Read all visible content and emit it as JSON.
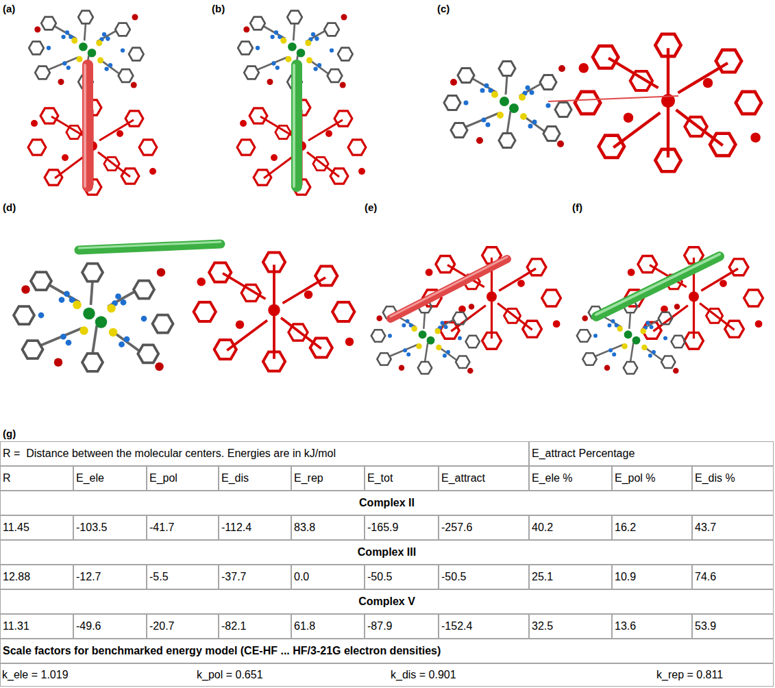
{
  "diagram": {
    "labels": [
      "(a)",
      "(b)",
      "(c)",
      "(d)",
      "(e)",
      "(f)",
      "(g)",
      "R =  Distance between the molecular centers. Energies are in kJ/mol",
      "E_attract Percentage",
      "R",
      "E_ele",
      "E_pol",
      "E_dis",
      "E_rep",
      "E_tot",
      "E_attract",
      "E_ele %",
      "E_pol %",
      "E_dis %",
      "Complex II",
      "11.45",
      "-103.5",
      "-41.7",
      "-112.4",
      "83.8",
      "-165.9",
      "-257.6",
      "40.2",
      "16.2",
      "43.7",
      "Complex III",
      "12.88",
      "-12.7",
      "-5.5",
      "-37.7",
      "0.0",
      "-50.5",
      "-50.5",
      "25.1",
      "10.9",
      "74.6",
      "Complex V",
      "11.31",
      "-49.6",
      "-20.7",
      "-82.1",
      "61.8",
      "-87.9",
      "-152.4",
      "32.5",
      "13.6",
      "53.9",
      "Scale factors for benchmarked energy model (CE-HF ... HF/3-21G electron densities)",
      "k_ele = 1.019",
      "k_pol = 0.651",
      "k_dis = 0.901",
      "k_rep = 0.811"
    ]
  }
}
